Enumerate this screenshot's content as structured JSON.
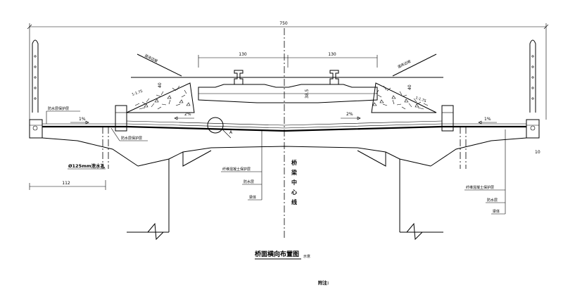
{
  "dimensions": {
    "overall_width": "750",
    "rail_gauge_left": "130",
    "rail_gauge_right": "130",
    "drain_offset": "112",
    "depth_left": "40",
    "depth_right": "40",
    "sleeper_height": "38.5",
    "edge_height": "10"
  },
  "slopes": {
    "left_ballast": "1:1.75",
    "right_ballast": "1:1.75",
    "left_edge": "1%",
    "right_edge": "1%",
    "left_deck": "2%",
    "right_deck": "2%"
  },
  "labels": {
    "left_ballast_line": "道床边坡",
    "right_ballast_line": "道床边坡",
    "waterproof_layer_top": "防水层保护层",
    "waterproof_layer_bottom": "防水层保护层",
    "drain_hole": "Ø125mm泄水孔",
    "detail_marker": "A",
    "center_layers": [
      "纤维混凝土保护层",
      "防水层",
      "梁体"
    ],
    "right_layers": [
      "纤维混凝土保护层",
      "防水层",
      "梁体"
    ],
    "centerline": "桥梁中心线"
  },
  "title": "桥面横向布置图",
  "title_note": "示意",
  "footnote": "附注:"
}
